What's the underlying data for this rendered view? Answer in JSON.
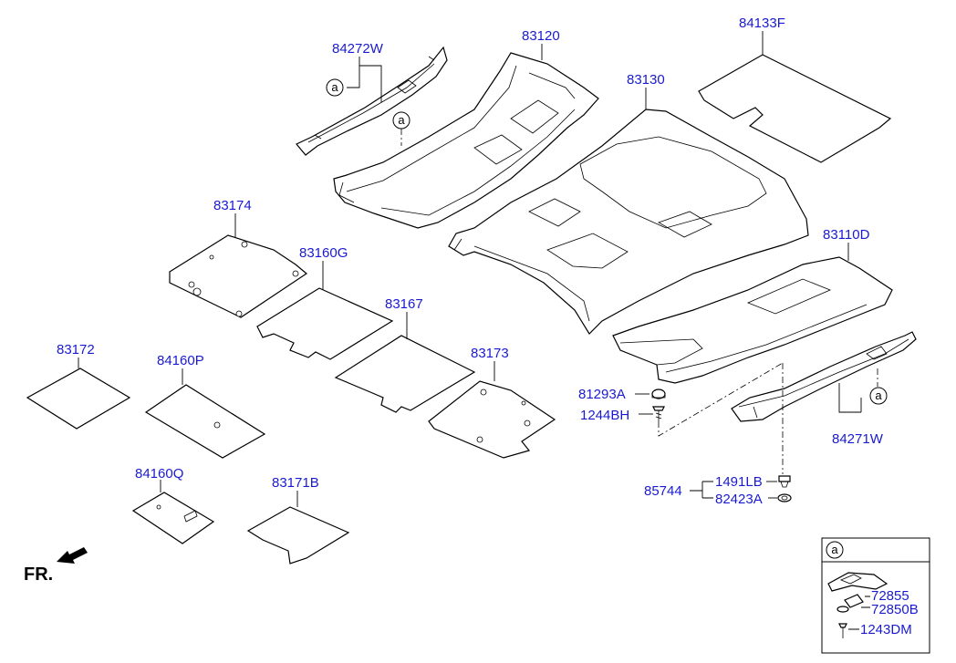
{
  "labels": {
    "p84272W": "84272W",
    "p83120": "83120",
    "p84133F": "84133F",
    "p83130": "83130",
    "p83174": "83174",
    "p83160G": "83160G",
    "p83110D": "83110D",
    "p83167": "83167",
    "p83172": "83172",
    "p84160P": "84160P",
    "p83173": "83173",
    "p81293A": "81293A",
    "p1244BH": "1244BH",
    "p84271W": "84271W",
    "p84160Q": "84160Q",
    "p83171B": "83171B",
    "p85744": "85744",
    "p1491LB": "1491LB",
    "p82423A": "82423A",
    "p72855": "72855",
    "p72850B": "72850B",
    "p1243DM": "1243DM"
  },
  "markers": {
    "a": "a"
  },
  "direction": {
    "fr": "FR."
  },
  "colors": {
    "label": "#1a1ad0",
    "line": "#000000"
  }
}
